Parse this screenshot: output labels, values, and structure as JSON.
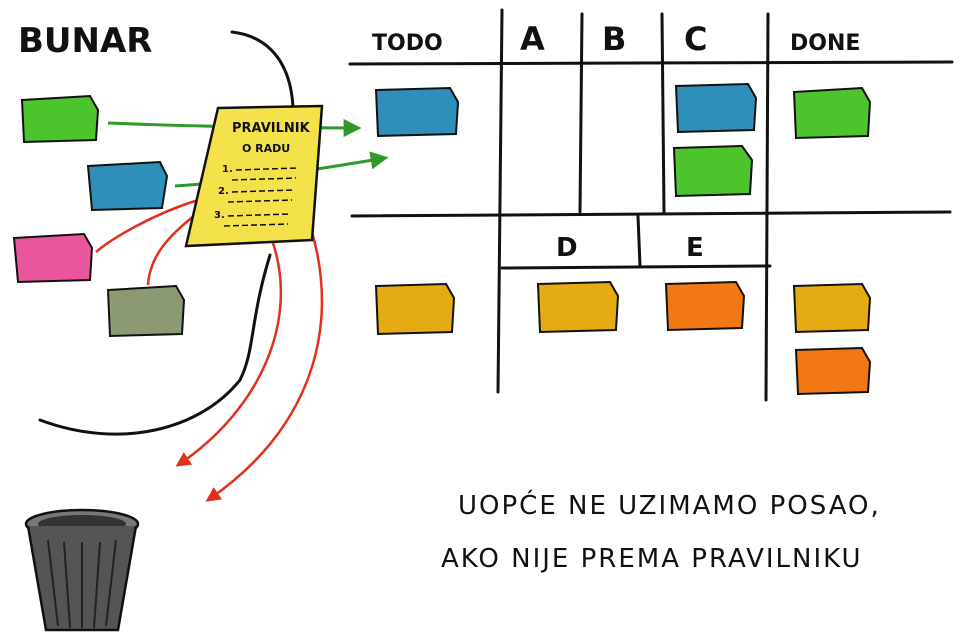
{
  "backlog": {
    "title": "BUNAR",
    "notes": [
      {
        "color": "#4cc42c"
      },
      {
        "color": "#2e8fb8"
      },
      {
        "color": "#e9569b"
      },
      {
        "color": "#8c9a74"
      }
    ]
  },
  "policy_doc": {
    "title_line1": "PRAVILNIK",
    "title_line2": "O RADU",
    "items": [
      "1.",
      "2.",
      "3."
    ],
    "color": "#f4e24a"
  },
  "board": {
    "columns": [
      "TODO",
      "A",
      "B",
      "C",
      "DONE"
    ],
    "lower_columns": [
      "D",
      "E"
    ],
    "notes": {
      "todo_top": "#2e8fb8",
      "c_top_1": "#2e8fb8",
      "c_top_2": "#4cc42c",
      "done_top": "#4cc42c",
      "todo_bottom": "#e5ab12",
      "d_bottom": "#e5ab12",
      "e_bottom": "#f27813",
      "done_bottom_1": "#e5ab12",
      "done_bottom_2": "#f27813"
    }
  },
  "caption": {
    "line1": "UOPĆE NE UZIMAMO POSAO,",
    "line2": "AKO NIJE PREMA PRAVILNIKU"
  },
  "colors": {
    "accepted_arrow": "#2f9a2a",
    "rejected_arrow": "#e0301e",
    "trash_can": "#555555"
  }
}
